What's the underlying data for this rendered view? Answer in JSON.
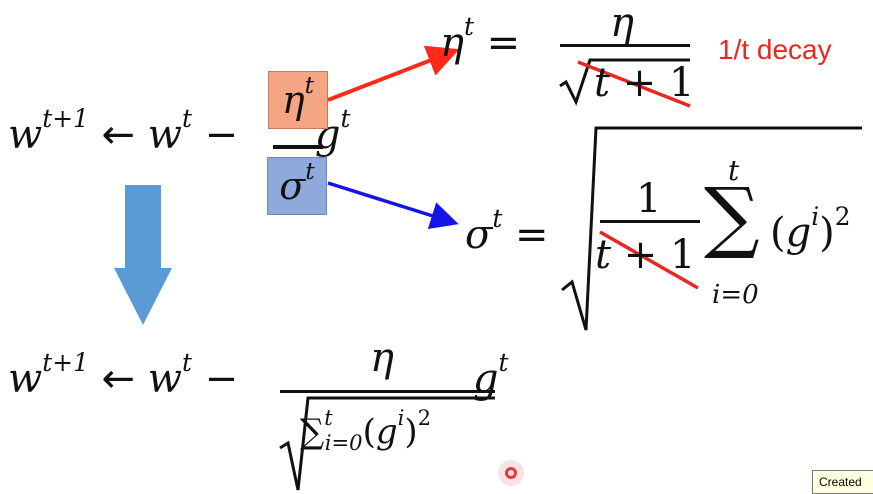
{
  "symbols": {
    "w": "w",
    "eta": "η",
    "sigma": "σ",
    "g": "g",
    "t": "t",
    "t_plus_1": "t+1",
    "one": "1",
    "plus_one": "+ 1",
    "i": "i",
    "i_eq_0": "i=0",
    "arrow_left": "←",
    "minus": "−",
    "equals": "=",
    "sum": "∑",
    "squared": "2"
  },
  "annotation": {
    "decay_label": "1/t decay"
  },
  "tooltip": {
    "text": "Created"
  },
  "colors": {
    "eta_box": "#f4a584",
    "sigma_box": "#8ea9db",
    "red_arrow": "#ff2a1a",
    "blue_arrow": "#1414e6",
    "down_arrow": "#5b9bd5",
    "strike": "#e8281e"
  }
}
